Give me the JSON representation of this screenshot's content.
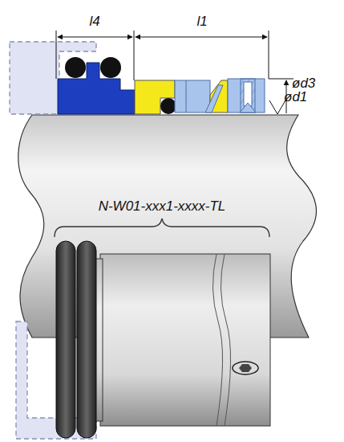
{
  "diagram": {
    "labels": [
      "l4",
      "l1",
      "ød3",
      "ød1",
      "N-W01-xxx1-xxxx-TL"
    ]
  }
}
